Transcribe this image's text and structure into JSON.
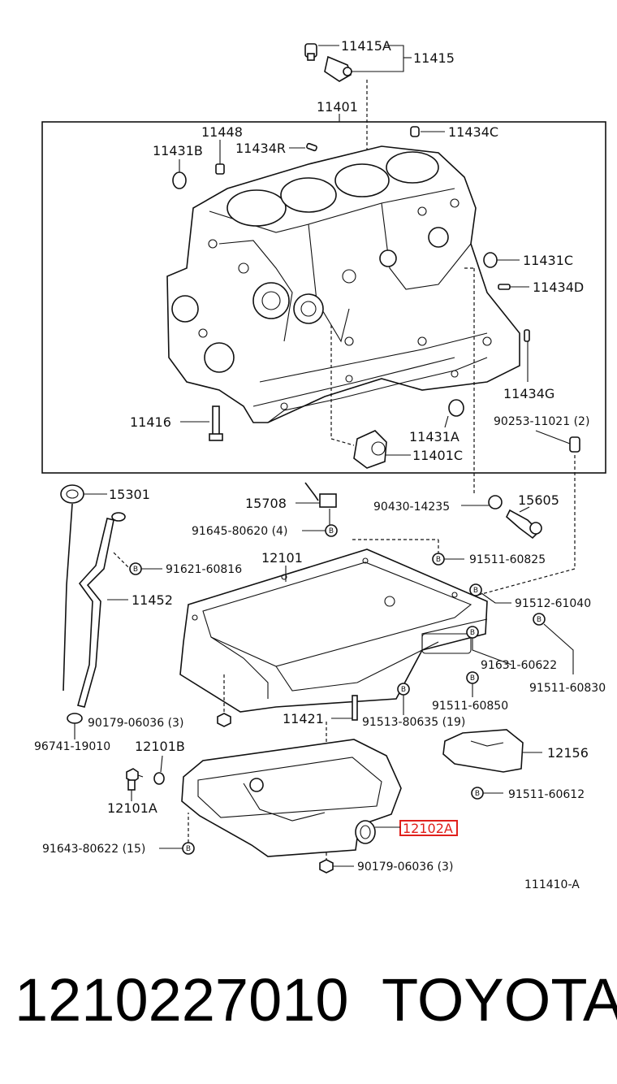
{
  "diagram_code": "111410-A",
  "parts": {
    "p11415A": "11415A",
    "p11415": "11415",
    "p11401": "11401",
    "p11448": "11448",
    "p11434C": "11434C",
    "p11431B": "11431B",
    "p11434R": "11434R",
    "p11431C": "11431C",
    "p11434D": "11434D",
    "p11434G": "11434G",
    "p11416": "11416",
    "p11431A": "11431A",
    "p90253": "90253-11021 (2)",
    "p11401C": "11401C",
    "p15301": "15301",
    "p15708": "15708",
    "p90430": "90430-14235",
    "p15605": "15605",
    "p91645": "91645-80620 (4)",
    "p91621": "91621-60816",
    "p12101": "12101",
    "p91511_60825": "91511-60825",
    "p11452": "11452",
    "p91512": "91512-61040",
    "p91631": "91631-60622",
    "p91511_60830": "91511-60830",
    "p91511_60850": "91511-60850",
    "p90179a": "90179-06036 (3)",
    "p11421": "11421",
    "p91513": "91513-80635 (19)",
    "p96741": "96741-19010",
    "p12101B": "12101B",
    "p12156": "12156",
    "p12101A": "12101A",
    "p91511_60612": "91511-60612",
    "p12102A": "12102A",
    "p91643": "91643-80622 (15)",
    "p90179b": "90179-06036 (3)"
  },
  "bolt_glyph": "B",
  "caption": {
    "part_number": "1210227010",
    "brand": "TOYOTA"
  },
  "highlight_color": "#e0201c"
}
